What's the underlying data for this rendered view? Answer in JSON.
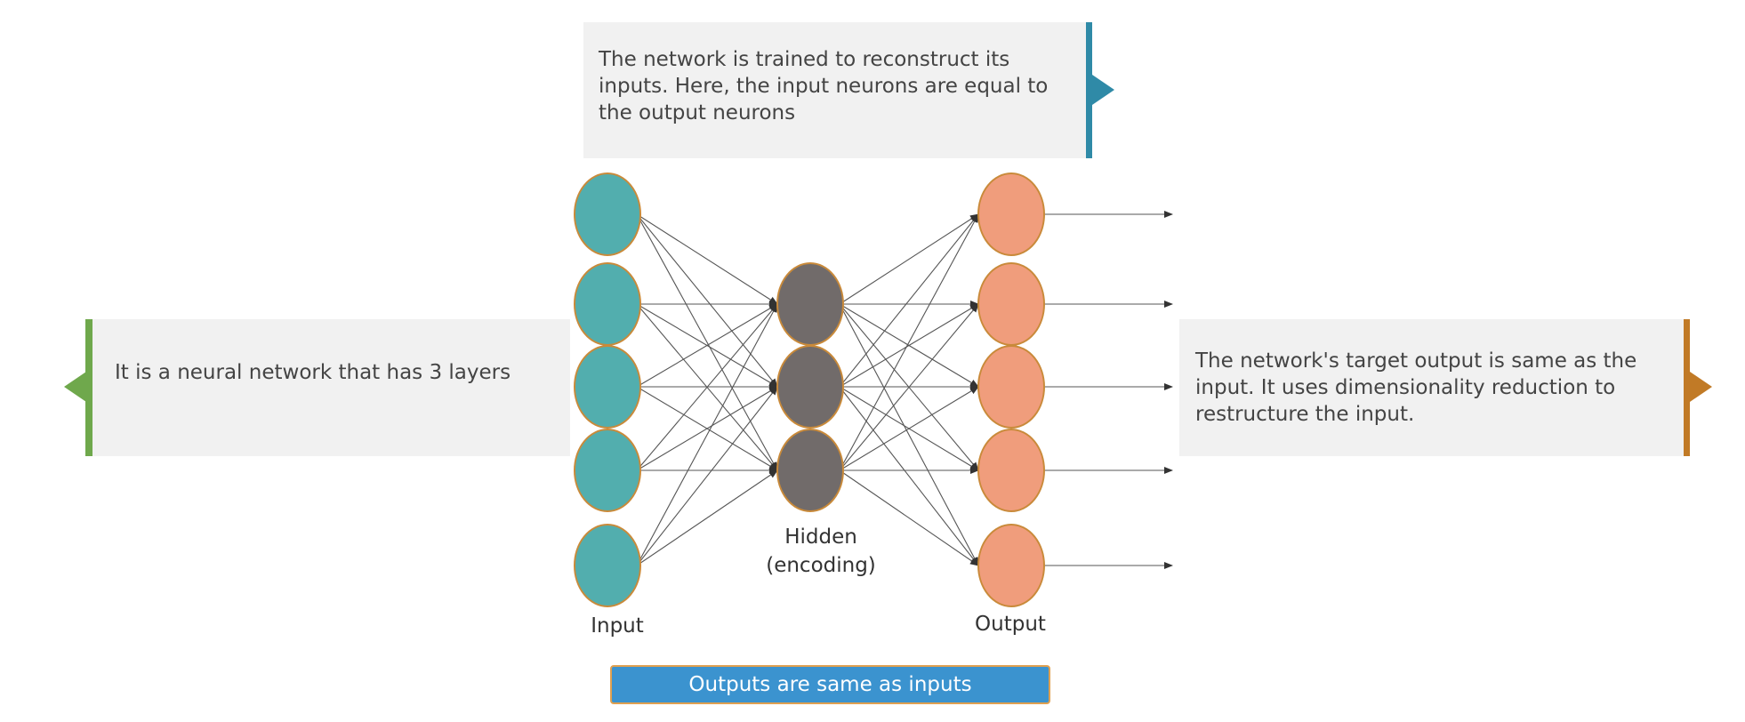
{
  "callouts": {
    "top": "The network is trained to reconstruct its inputs. Here, the input neurons are equal to the output neurons",
    "left": "It is a neural network that has 3 layers",
    "right": "The network's target output is same as the input. It uses dimensionality reduction to restructure the input."
  },
  "layers": {
    "input": {
      "label": "Input",
      "count": 5,
      "color": "#52aeae"
    },
    "hidden": {
      "label": "Hidden",
      "sublabel": "(encoding)",
      "count": 3,
      "color": "#716b6a"
    },
    "output": {
      "label": "Output",
      "count": 5,
      "color": "#f09d7c"
    }
  },
  "node_border_color": "#c98a3a",
  "summary_label": "Outputs are same as inputs",
  "colors": {
    "top_accent": "#2f8aa7",
    "left_accent": "#6fa84c",
    "right_accent": "#c17a26",
    "button": "#3b93cf"
  }
}
